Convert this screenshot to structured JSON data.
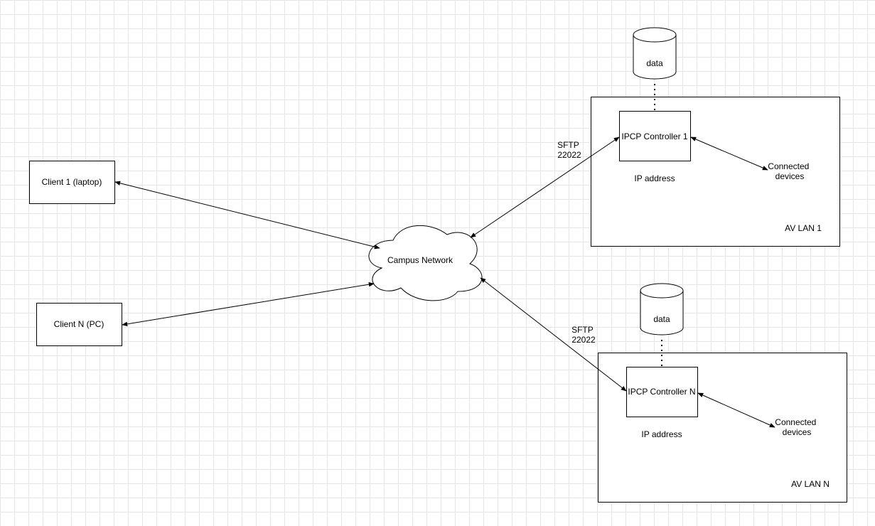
{
  "nodes": {
    "client_1": "Client 1 (laptop)",
    "client_n": "Client N (PC)",
    "campus_network": "Campus Network",
    "lan_1": {
      "title": "AV LAN 1",
      "controller": "IPCP Controller 1",
      "ip_label": "IP address",
      "devices_line1": "Connected",
      "devices_line2": "devices",
      "db": "data"
    },
    "lan_n": {
      "title": "AV LAN N",
      "controller": "IPCP Controller N",
      "ip_label": "IP address",
      "devices_line1": "Connected",
      "devices_line2": "devices",
      "db": "data"
    }
  },
  "edge_labels": {
    "sftp_1_line1": "SFTP",
    "sftp_1_line2": "22022",
    "sftp_n_line1": "SFTP",
    "sftp_n_line2": "22022"
  },
  "colors": {
    "background": "#ffffff",
    "grid": "#e6e6e6",
    "stroke": "#000000"
  }
}
